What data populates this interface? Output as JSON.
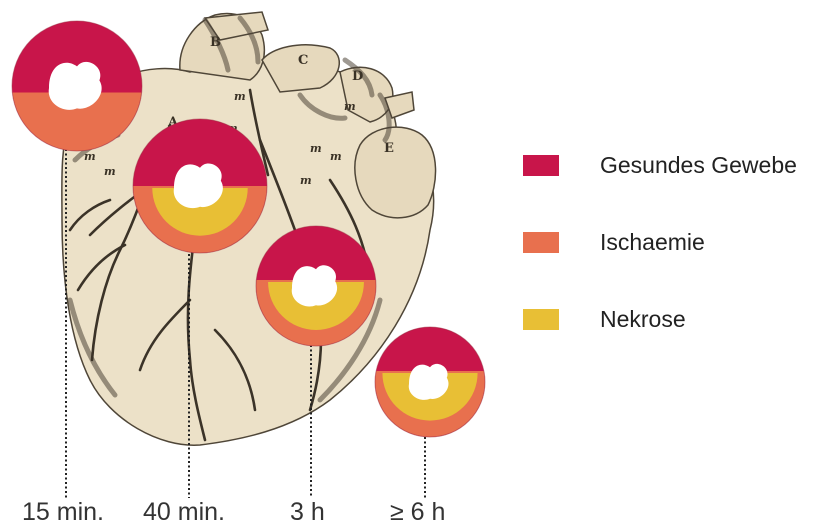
{
  "colors": {
    "healthy": "#c8154a",
    "ischemia": "#e8704e",
    "necrosis": "#e8bf35",
    "heart_fill": "#ece1c8",
    "heart_shadow": "#4f4638",
    "vessel": "#3b3328",
    "guide_line": "#222222"
  },
  "legend": [
    {
      "label": "Gesundes Gewebe",
      "color_key": "healthy"
    },
    {
      "label": "Ischaemie",
      "color_key": "ischemia"
    },
    {
      "label": "Nekrose",
      "color_key": "necrosis"
    }
  ],
  "stages": [
    {
      "time": "15 min.",
      "healthy_fraction": 0.55,
      "ischemia_fraction": 0.45,
      "necrosis_fraction": 0.0
    },
    {
      "time": "40 min.",
      "healthy_fraction": 0.5,
      "ischemia_fraction": 0.3,
      "necrosis_fraction": 0.2
    },
    {
      "time": "3 h",
      "healthy_fraction": 0.45,
      "ischemia_fraction": 0.2,
      "necrosis_fraction": 0.35
    },
    {
      "time": "≥ 6 h",
      "healthy_fraction": 0.4,
      "ischemia_fraction": 0.12,
      "necrosis_fraction": 0.48
    }
  ],
  "heart_markings": [
    "B",
    "C",
    "D",
    "A",
    "E",
    "m",
    "m",
    "m",
    "m",
    "m",
    "m",
    "m",
    "m"
  ]
}
